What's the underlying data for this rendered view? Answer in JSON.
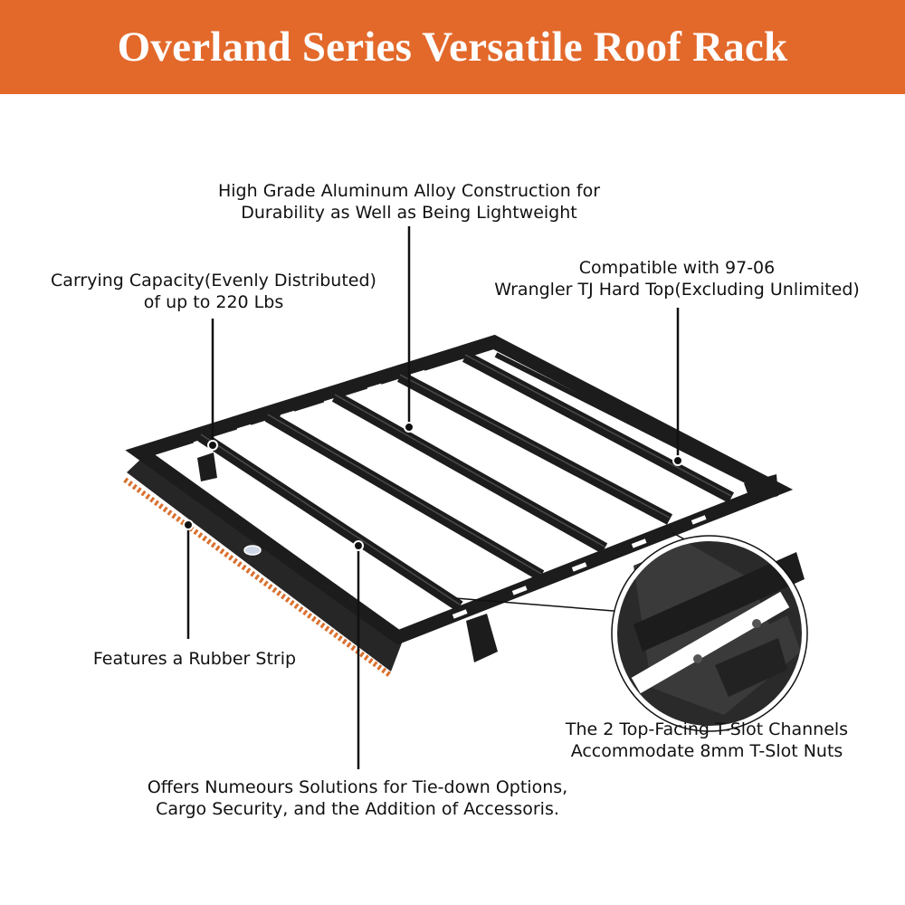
{
  "colors": {
    "banner": "#e3692b",
    "rack": "#1c1c1c",
    "rubber_strip": "#d9702e",
    "callout_line": "#111111"
  },
  "header": {
    "title": "Overland Series Versatile Roof Rack"
  },
  "callouts": {
    "construction": {
      "line1": "High Grade Aluminum Alloy Construction for",
      "line2": "Durability as Well as Being Lightweight"
    },
    "capacity": {
      "line1": "Carrying Capacity(Evenly Distributed)",
      "line2": "of up to 220 Lbs"
    },
    "compatibility": {
      "line1": "Compatible with 97-06",
      "line2": "Wrangler TJ Hard Top(Excluding Unlimited)"
    },
    "rubber_strip": {
      "line1": "Features a Rubber Strip"
    },
    "t_slot": {
      "line1": "The 2 Top-Facing T-Slot Channels",
      "line2": "Accommodate 8mm T-Slot Nuts"
    },
    "tie_down": {
      "line1": "Offers Numeours Solutions for Tie-down Options,",
      "line2": "Cargo Security, and the Addition of Accessoris."
    }
  }
}
